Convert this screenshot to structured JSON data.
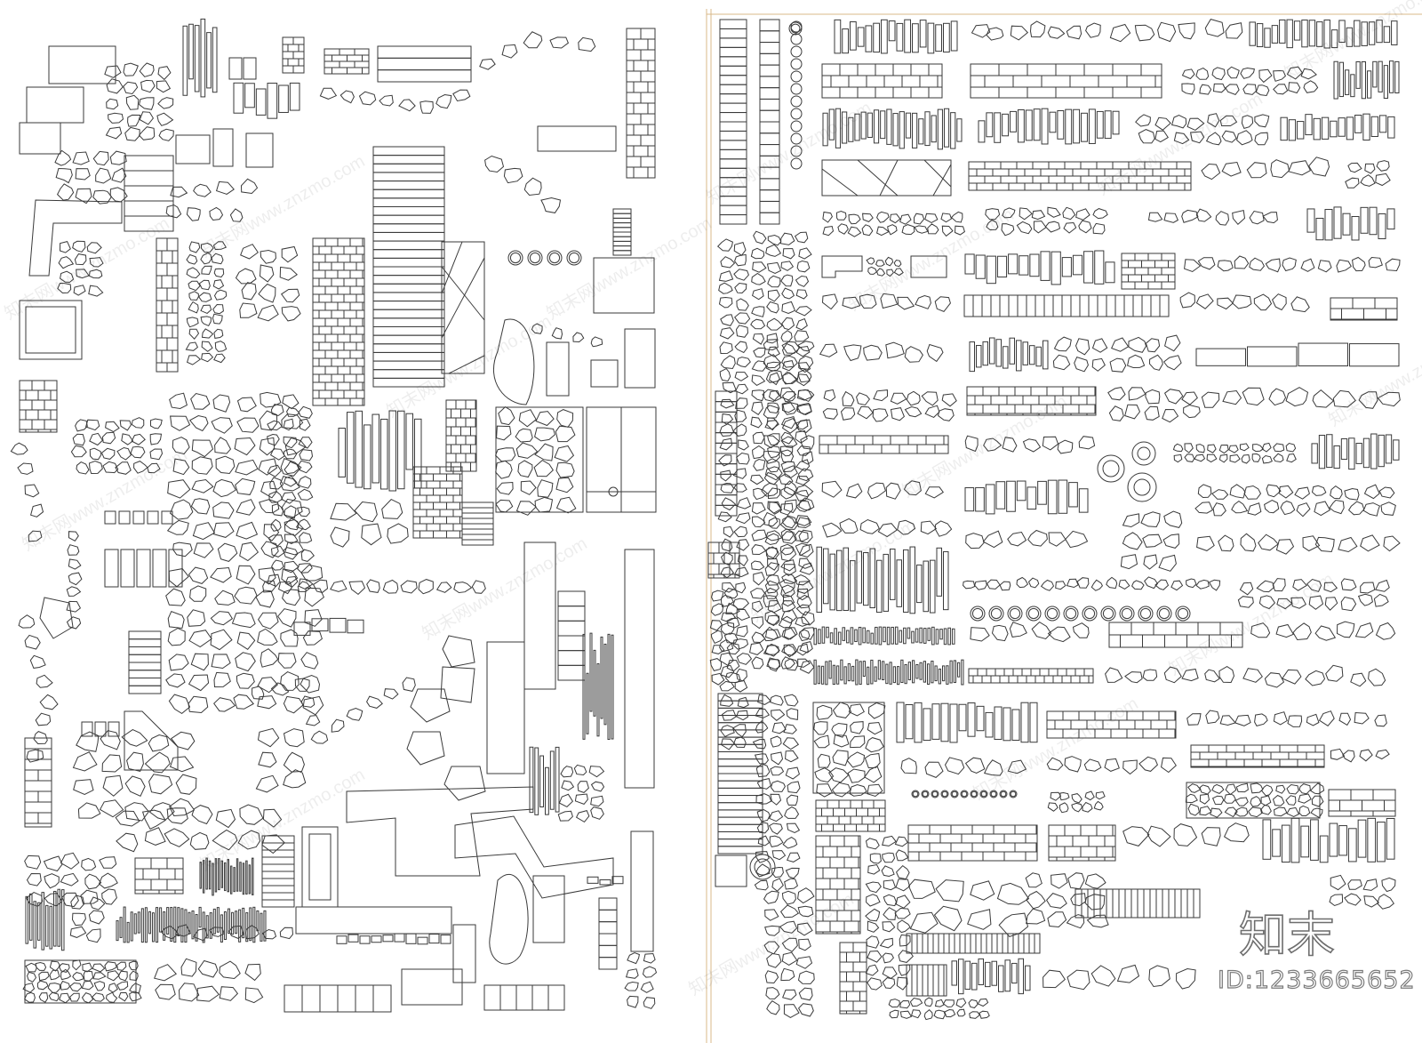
{
  "watermark": {
    "text": "知末网www.znzmo.com",
    "color": "#000000"
  },
  "brand": {
    "logo_text": "知末",
    "id_text": "ID:1233665652"
  },
  "colors": {
    "line": "#3a3a3a",
    "frame": "#d8b98a",
    "background": "#ffffff"
  },
  "sheets": [
    {
      "name": "left-sheet",
      "content": "paving-and-stepping-stone-plan-blocks"
    },
    {
      "name": "right-sheet",
      "content": "paving-pattern-strips"
    }
  ]
}
